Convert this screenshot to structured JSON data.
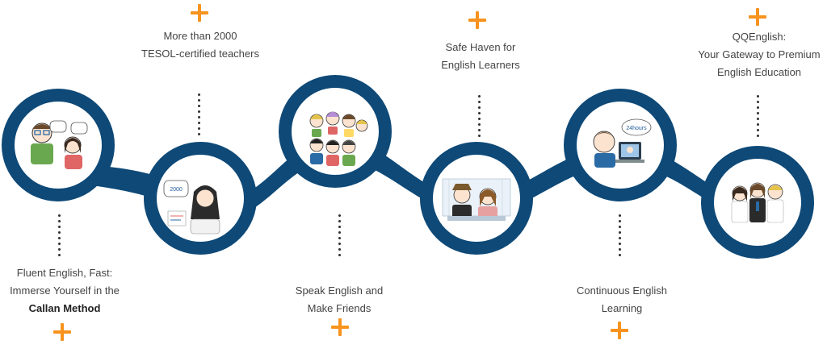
{
  "colors": {
    "band": "#0e4977",
    "accent": "#f7931e",
    "text": "#444444"
  },
  "steps": [
    {
      "id": "callan",
      "position": "bottom",
      "lines": [
        "Fluent English, Fast:",
        "Immerse Yourself in the"
      ],
      "bold_line": "Callan Method",
      "illustration": "teacher-and-student-illustration"
    },
    {
      "id": "teachers",
      "position": "top",
      "lines": [
        "More than 2000",
        "TESOL-certified teachers"
      ],
      "illustration": "teacher-2000-illustration"
    },
    {
      "id": "friends",
      "position": "bottom",
      "lines": [
        "Speak English and",
        "Make Friends"
      ],
      "illustration": "group-of-people-illustration"
    },
    {
      "id": "safe",
      "position": "top",
      "lines": [
        "Safe Haven for",
        "English Learners"
      ],
      "illustration": "couple-in-office-illustration"
    },
    {
      "id": "continuous",
      "position": "bottom",
      "lines": [
        "Continuous English",
        "Learning"
      ],
      "illustration": "online-24-hours-illustration"
    },
    {
      "id": "gateway",
      "position": "top",
      "lines": [
        "QQEnglish:",
        "Your Gateway to Premium",
        "English Education"
      ],
      "illustration": "three-teachers-illustration"
    }
  ],
  "illustration_text": {
    "bubble_1": "2000",
    "bubble_2": "24hours"
  }
}
